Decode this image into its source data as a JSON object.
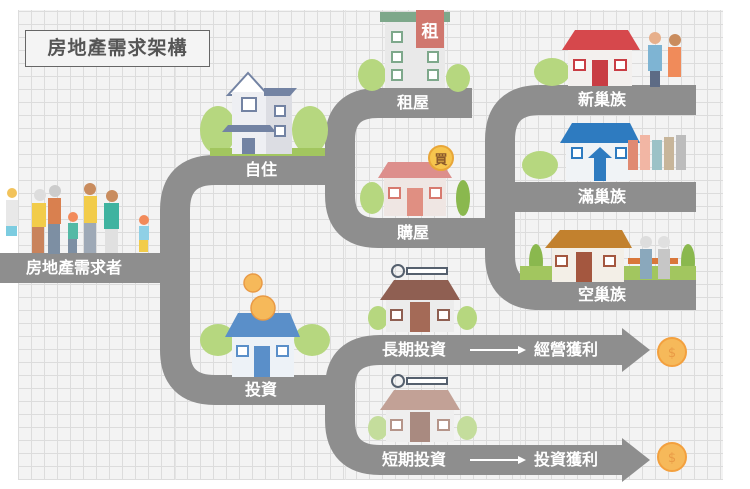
{
  "title": "房地產需求架構",
  "root": "房地產需求者",
  "branches": {
    "self_use": "自住",
    "rent": "租屋",
    "rent_sign": "租",
    "buy": "購屋",
    "buy_badge": "買",
    "new_nest": "新巢族",
    "full_nest": "滿巢族",
    "empty_nest": "空巢族",
    "invest": "投資",
    "long_term": "長期投資",
    "long_result": "經營獲利",
    "short_term": "短期投資",
    "short_result": "投資獲利",
    "coin_symbol": "$"
  },
  "colors": {
    "road": "#8e8e8e",
    "grass": "#a9cf6a",
    "coin": "#f6b95a"
  }
}
